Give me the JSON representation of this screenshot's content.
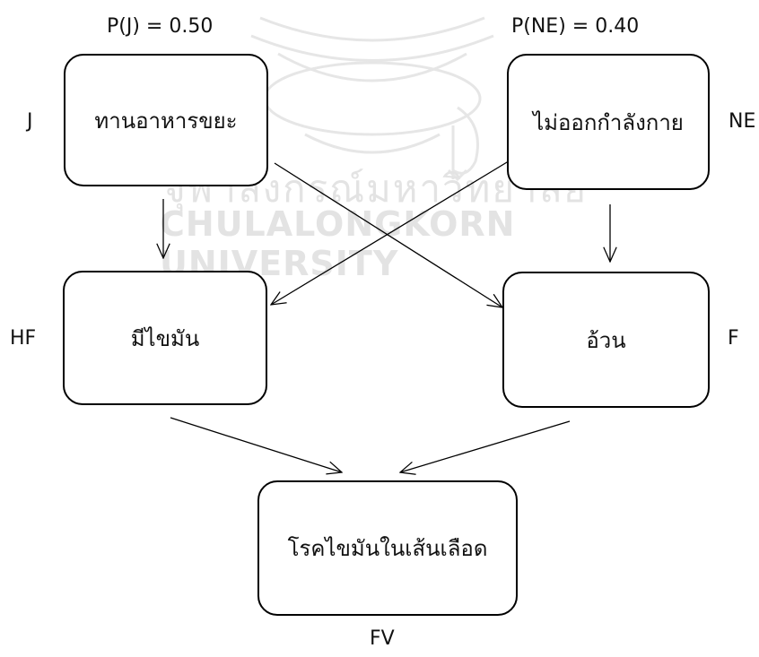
{
  "watermark": {
    "thai_line": "จุฬาลงกรณ์มหาวิทยาลัย",
    "latin_line": "CHULALONGKORN UNIVERSITY",
    "emblem_icon": "university-crest-icon"
  },
  "nodes": {
    "J": {
      "code": "J",
      "text": "ทานอาหารขยะ",
      "prob": "P(J) = 0.50"
    },
    "NE": {
      "code": "NE",
      "text": "ไม่ออกกำลังกาย",
      "prob": "P(NE) = 0.40"
    },
    "HF": {
      "code": "HF",
      "text": "มีไขมัน"
    },
    "F": {
      "code": "F",
      "text": "อ้วน"
    },
    "FV": {
      "code": "FV",
      "text": "โรคไขมันในเส้นเลือด"
    }
  },
  "edges": [
    {
      "from": "J",
      "to": "HF"
    },
    {
      "from": "J",
      "to": "F"
    },
    {
      "from": "NE",
      "to": "HF"
    },
    {
      "from": "NE",
      "to": "F"
    },
    {
      "from": "HF",
      "to": "FV"
    },
    {
      "from": "F",
      "to": "FV"
    }
  ],
  "colors": {
    "stroke": "#000000",
    "watermark": "#e3e3e3"
  }
}
